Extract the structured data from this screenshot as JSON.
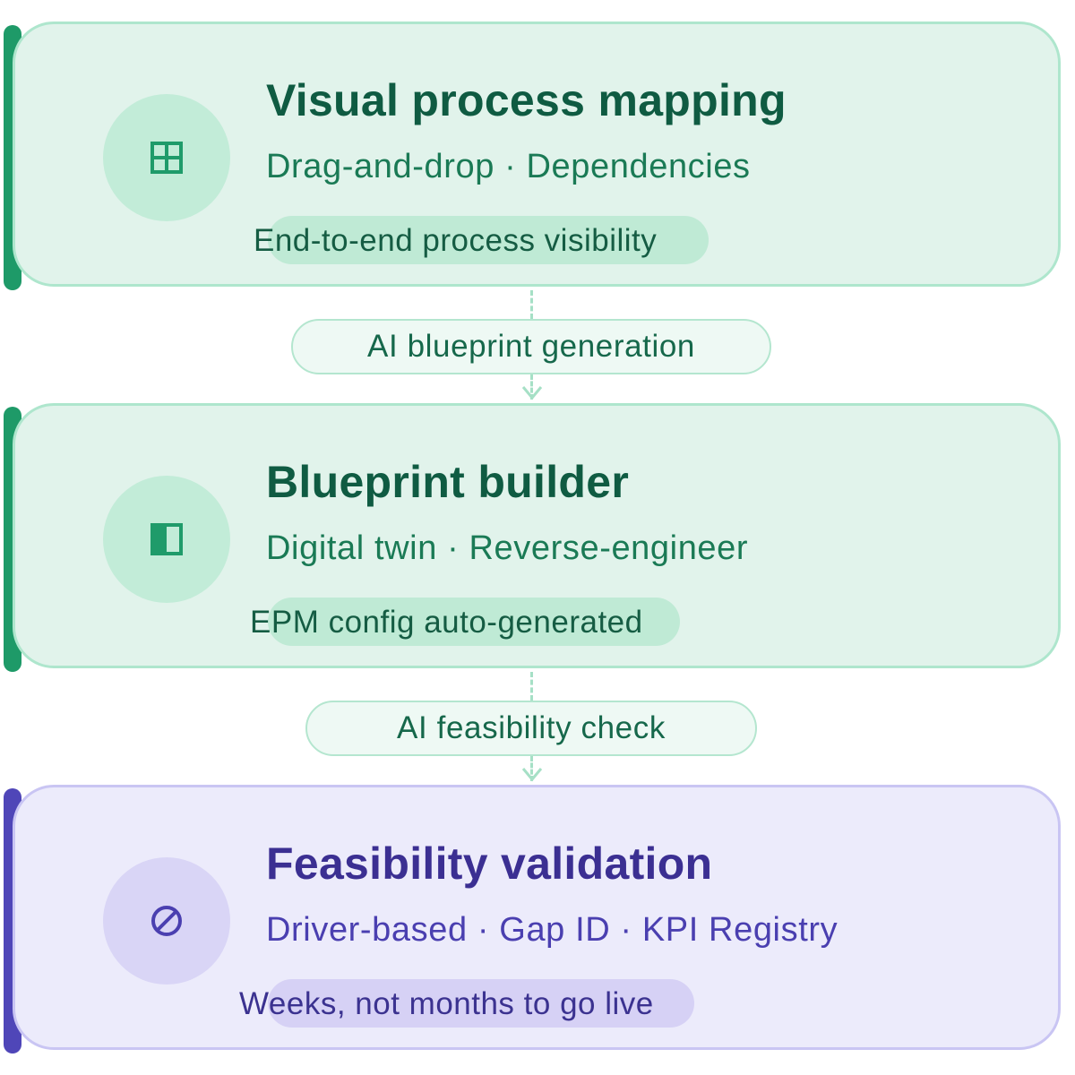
{
  "cards": [
    {
      "title": "Visual process mapping",
      "subtitle": "Drag-and-drop · Dependencies",
      "note": "End-to-end process visibility",
      "icon": "grid-icon",
      "color": "#1e9a68"
    },
    {
      "title": "Blueprint builder",
      "subtitle": "Digital twin · Reverse-engineer",
      "note": "EPM config auto-generated",
      "icon": "half-panel-icon",
      "color": "#1e9a68"
    },
    {
      "title": "Feasibility validation",
      "subtitle": "Driver-based · Gap ID · KPI Registry",
      "note": "Weeks, not months to go live",
      "icon": "no-entry-icon",
      "color": "#4f46b8"
    }
  ],
  "connectors": [
    {
      "label": "AI blueprint generation"
    },
    {
      "label": "AI feasibility check"
    }
  ]
}
